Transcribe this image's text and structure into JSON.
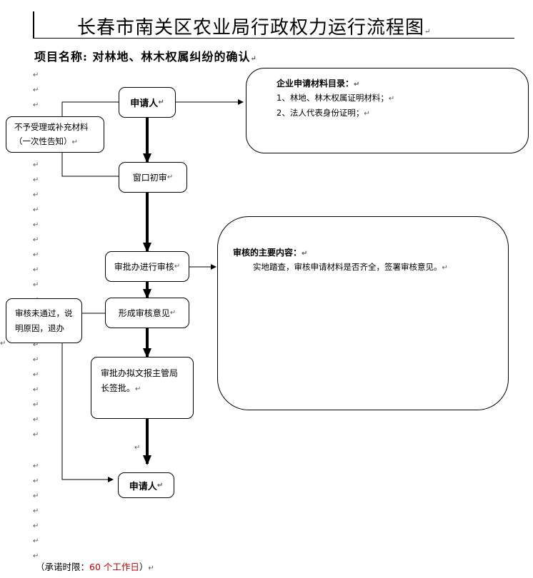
{
  "title": "长春市南关区农业局行政权力运行流程图",
  "project_label": "项目名称:",
  "project_name": "对林地、林木权属纠纷的确认",
  "mark": "↵",
  "nodes": {
    "applicant_top": "申请人",
    "window_review": "窗口初审",
    "approval_review": "审批办进行审核",
    "opinion": "形成审核意见",
    "submit_line1": "审批办拟文报主管局",
    "submit_line2": "长签批。",
    "applicant_bottom": "申请人",
    "reject_line1": "不予受理或补充材料",
    "reject_line2": "（一次性告知）",
    "fail_line1": "审核未通过，说",
    "fail_line2": "明原因，退办"
  },
  "materials": {
    "heading": "企业申请材料目录：",
    "items": [
      "1、林地、林木权属证明材料；",
      "2、法人代表身份证明；"
    ]
  },
  "review_content": {
    "heading": "审核的主要内容：",
    "text": "实地踏查，审核申请材料是否齐全，签署审核意见。"
  },
  "footer": {
    "prefix": "（承诺时限：",
    "days": "60 个工作日",
    "suffix": "）"
  }
}
